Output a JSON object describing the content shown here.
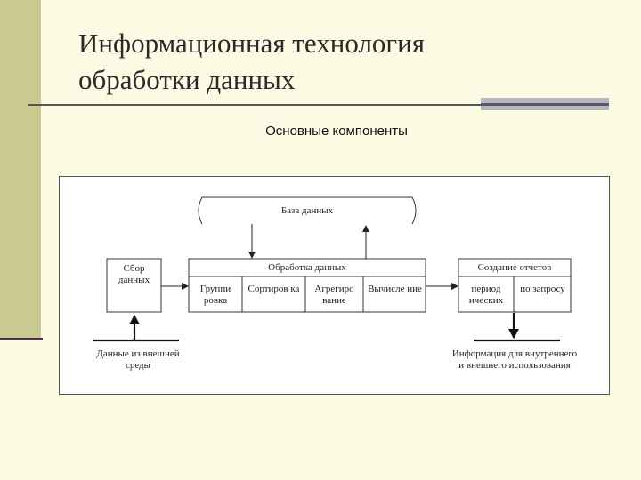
{
  "slide": {
    "title_line1": "Информационная технология",
    "title_line2": "обработки данных",
    "subtitle": "Основные компоненты"
  },
  "diagram": {
    "database": "База данных",
    "collection": "Сбор данных",
    "processing": {
      "title": "Обработка данных",
      "cells": [
        "Группи ровка",
        "Сортиров ка",
        "Агрегиро вание",
        "Вычисле ние"
      ]
    },
    "reports": {
      "title": "Создание отчетов",
      "cells": [
        "период ических",
        "по запросу"
      ]
    },
    "input_label": "Данные из внешней среды",
    "output_label": "Информация для внутреннего и внешнего использования"
  }
}
